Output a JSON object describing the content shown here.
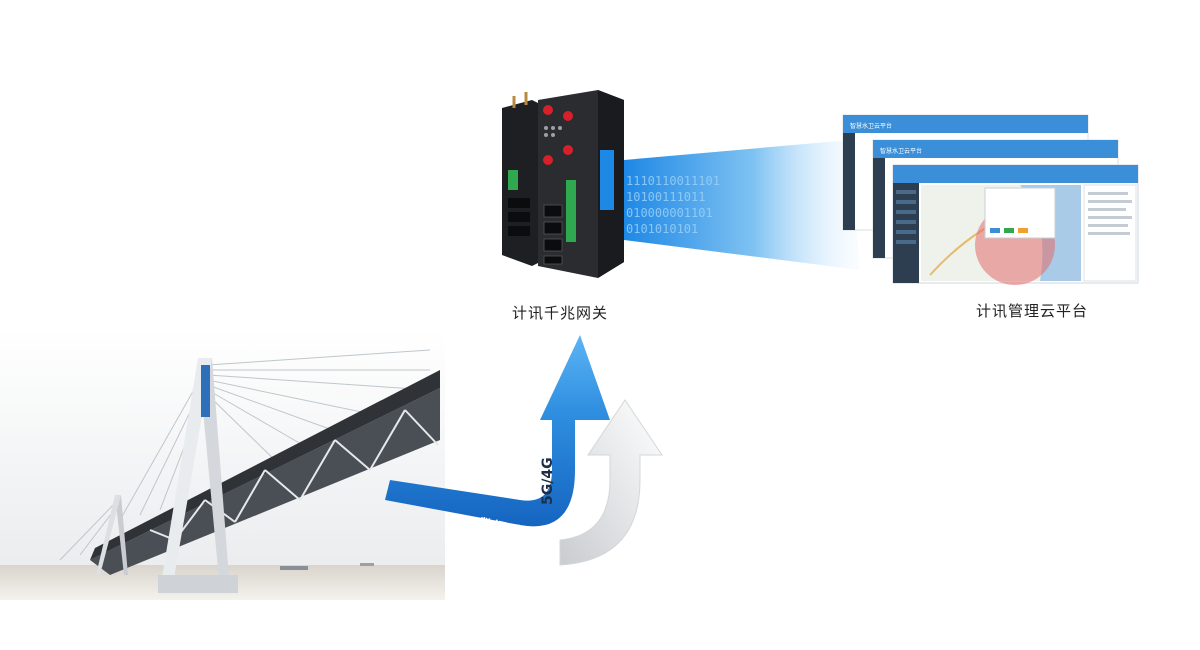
{
  "gateway": {
    "label": "计讯千兆网关"
  },
  "platform": {
    "label": "计讯管理云平台",
    "window_title": "智慧水卫云平台",
    "accent": "#3a8fd8"
  },
  "uplink": {
    "network": "5G/4G",
    "caption": "数据采集"
  },
  "binary_stream": [
    "1110110011101",
    "10100111011",
    "010000001101",
    "0101010101"
  ],
  "colors": {
    "brand_blue": "#1e88e5",
    "device_dark": "#222428",
    "terminal_green": "#2fa84f",
    "antenna_red": "#d6202a"
  }
}
